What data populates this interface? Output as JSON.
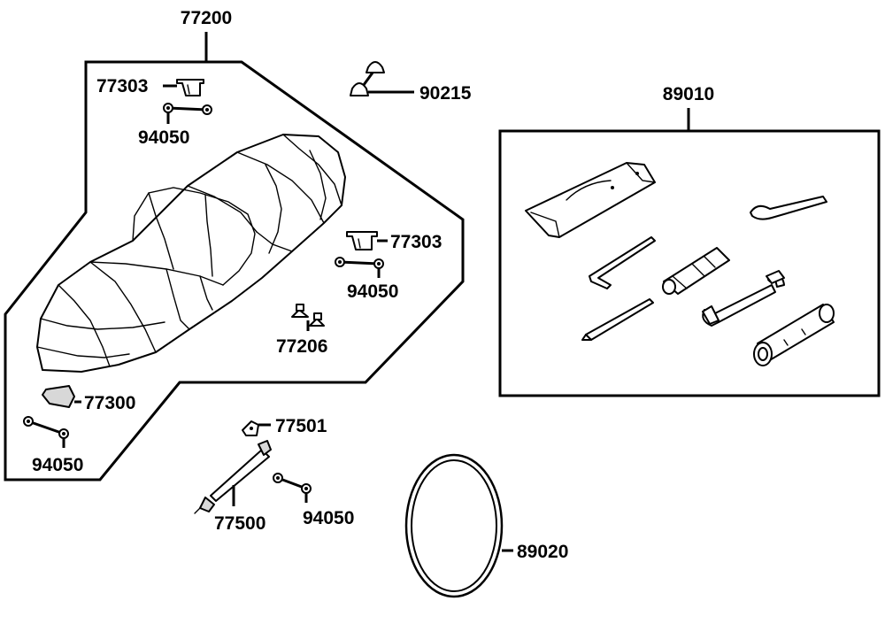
{
  "labels": {
    "seat_assembly": "77200",
    "seat_hook_top": "77303",
    "seat_hook_right": "77303",
    "screw_top": "94050",
    "screw_right": "94050",
    "screw_bottom_left": "94050",
    "screw_lock": "94050",
    "bumper": "77206",
    "seat_stopper": "77300",
    "cap_nut": "90215",
    "lock_bracket": "77501",
    "seat_lock_cable": "77500",
    "tool_kit": "89010",
    "belt": "89020"
  },
  "icons": {
    "seat": "seat-cushion-icon",
    "hook": "seat-hook-icon",
    "screw": "screw-washer-icon",
    "nut": "cap-nut-icon",
    "tool_bag": "tool-bag-icon",
    "hex_key": "hex-key-icon",
    "screwdriver": "screwdriver-icon",
    "wrench": "wrench-icon",
    "spanner": "spanner-icon",
    "box_wrench": "box-wrench-icon",
    "belt": "drive-belt-icon"
  }
}
